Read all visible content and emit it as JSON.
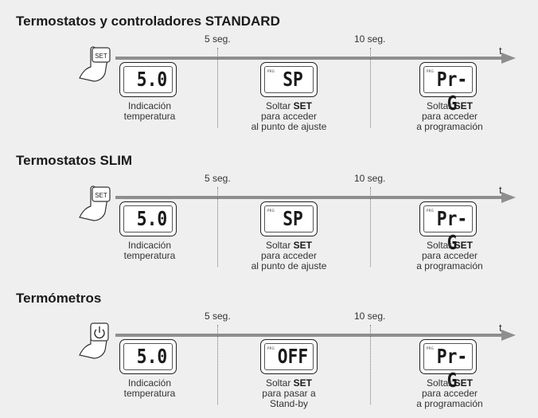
{
  "sections": [
    {
      "title": "Termostatos y controladores STANDARD",
      "button_icon": "set-button",
      "button_label": "SET",
      "time_5": "5 seg.",
      "time_10": "10 seg.",
      "t_label": "t",
      "displays": [
        {
          "text": "5.0",
          "prg": "",
          "caption_lines": [
            "Indicación",
            "temperatura"
          ]
        },
        {
          "text": "SP",
          "prg": "PRG",
          "caption_lines": [
            "Soltar SET",
            "para acceder",
            "al punto de ajuste"
          ]
        },
        {
          "text": "Pr-G",
          "prg": "PRG",
          "caption_lines": [
            "Soltar SET",
            "para acceder",
            "a programación"
          ]
        }
      ]
    },
    {
      "title": "Termostatos SLIM",
      "button_icon": "set-button",
      "button_label": "SET",
      "time_5": "5 seg.",
      "time_10": "10 seg.",
      "t_label": "t",
      "displays": [
        {
          "text": "5.0",
          "prg": "",
          "caption_lines": [
            "Indicación",
            "temperatura"
          ]
        },
        {
          "text": "SP",
          "prg": "PRG",
          "caption_lines": [
            "Soltar SET",
            "para acceder",
            "al punto de ajuste"
          ]
        },
        {
          "text": "Pr-G",
          "prg": "PRG",
          "caption_lines": [
            "Soltar SET",
            "para acceder",
            "a programación"
          ]
        }
      ]
    },
    {
      "title": "Termómetros",
      "button_icon": "power-button",
      "button_label": "",
      "time_5": "5 seg.",
      "time_10": "10 seg.",
      "t_label": "t",
      "displays": [
        {
          "text": "5.0",
          "prg": "",
          "caption_lines": [
            "Indicación",
            "temperatura"
          ]
        },
        {
          "text": "OFF",
          "prg": "PRG",
          "caption_lines": [
            "Soltar SET",
            "para pasar a",
            "Stand-by"
          ]
        },
        {
          "text": "Pr-G",
          "prg": "PRG",
          "caption_lines": [
            "Soltar SET",
            "para acceder",
            "a programación"
          ]
        }
      ]
    }
  ],
  "bold_keyword": "SET"
}
